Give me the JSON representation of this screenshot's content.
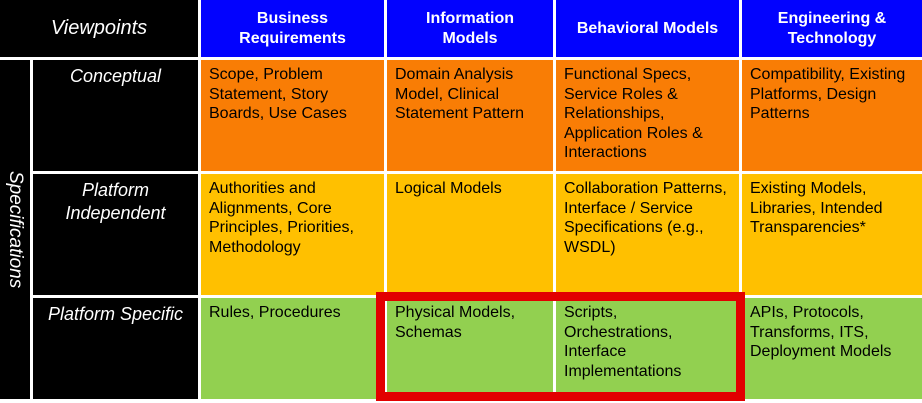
{
  "colors": {
    "header_bg": "#0202FE",
    "header_text": "#FFFFFF",
    "black": "#000000",
    "row_conceptual_bg": "#F97D05",
    "row_platform_independent_bg": "#FFC000",
    "row_platform_specific_bg": "#92D050",
    "cell_text": "#000000",
    "highlight_border": "#E20000",
    "gap": "#FFFFFF"
  },
  "corner": {
    "label": "Viewpoints"
  },
  "sidebar": {
    "label": "Specifications"
  },
  "columns": [
    "Business Requirements",
    "Information Models",
    "Behavioral Models",
    "Engineering & Technology"
  ],
  "rows": [
    {
      "label": "Conceptual",
      "cells": [
        "Scope, Problem Statement, Story Boards, Use Cases",
        "Domain Analysis Model, Clinical Statement Pattern",
        "Functional Specs, Service Roles & Relationships, Application Roles & Interactions",
        "Compatibility, Existing Platforms, Design Patterns"
      ]
    },
    {
      "label": "Platform Independent",
      "cells": [
        "Authorities and Alignments, Core Principles, Priorities, Methodology",
        "Logical Models",
        "Collaboration Patterns, Interface / Service Specifications (e.g., WSDL)",
        "Existing Models, Libraries, Intended Transparencies*"
      ]
    },
    {
      "label": "Platform Specific",
      "cells": [
        "Rules, Procedures",
        "Physical Models, Schemas",
        "Scripts, Orchestrations, Interface Implementations",
        "APIs, Protocols, Transforms, ITS, Deployment Models"
      ]
    }
  ],
  "highlight": {
    "row": "Platform Specific",
    "columns": [
      "Information Models",
      "Behavioral Models"
    ]
  }
}
